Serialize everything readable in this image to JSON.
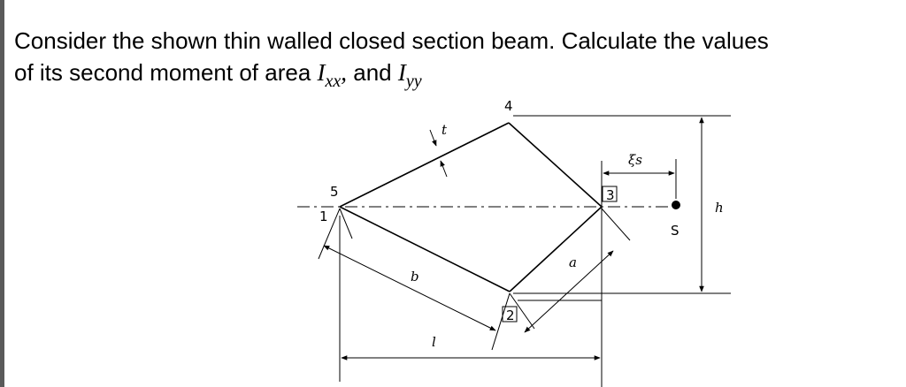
{
  "question": {
    "line1": "Consider the shown thin walled closed section beam. Calculate the values",
    "line2_prefix": "of its second moment of area ",
    "ixx_symbol": "I",
    "ixx_subscript": "xx",
    "ixx_comma": ",",
    "and_word": " and ",
    "iyy_symbol": "I",
    "iyy_subscript": "yy"
  },
  "diagram": {
    "node_labels": {
      "n1": "1",
      "n2": "2",
      "n3": "3",
      "n4": "4",
      "n5": "5"
    },
    "dim_labels": {
      "b": "b",
      "a": "a",
      "l": "l",
      "h": "h",
      "t": "t",
      "xi": "ξs"
    },
    "point_labels": {
      "shear_centre": "S"
    }
  }
}
